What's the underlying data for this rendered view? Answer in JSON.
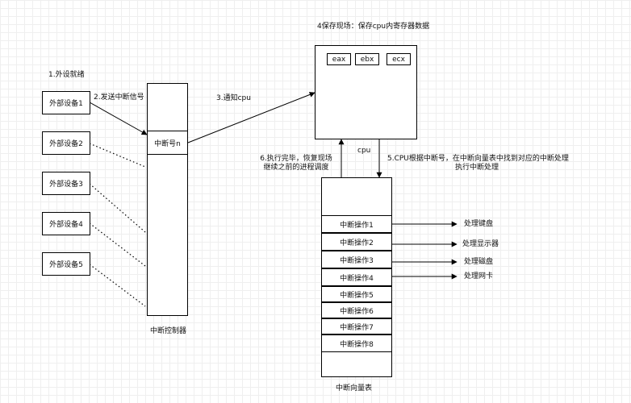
{
  "steps": {
    "s1": "1.外设就绪",
    "s2": "2.发送中断信号",
    "s3": "3.通知cpu",
    "s4": "4保存现场：保存cpu内寄存器数据",
    "s5_line1": "5.CPU根据中断号，在中断向量表中找到对应的中断处理",
    "s5_line2": "执行中断处理",
    "s6_line1": "6.执行完毕，恢复现场",
    "s6_line2": "继续之前的进程调度"
  },
  "devices": [
    "外部设备1",
    "外部设备2",
    "外部设备3",
    "外部设备4",
    "外部设备5"
  ],
  "controller": {
    "slot": "中断号n",
    "label": "中断控制器"
  },
  "cpu": {
    "registers": [
      "eax",
      "ebx",
      "ecx"
    ],
    "label": "cpu"
  },
  "vector_table": {
    "label": "中断向量表",
    "rows": [
      "中断操作1",
      "中断操作2",
      "中断操作3",
      "中断操作4",
      "中断操作5",
      "中断操作6",
      "中断操作7",
      "中断操作8"
    ]
  },
  "handlers": [
    "处理键盘",
    "处理显示器",
    "处理磁盘",
    "处理网卡"
  ]
}
